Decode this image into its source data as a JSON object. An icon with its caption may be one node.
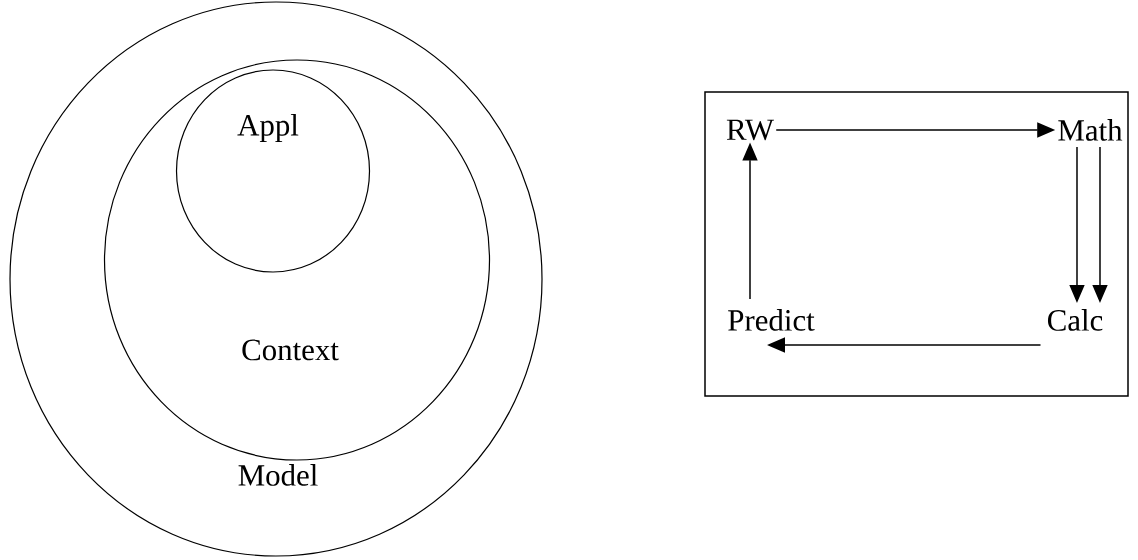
{
  "diagram": {
    "nodes": [
      {
        "text": [
          "Model"
        ]
      },
      {
        "text": [
          "Context"
        ],
        "in": 0
      },
      {
        "text": [
          "Appl"
        ],
        "in": 1
      },
      {
        "text": [],
        "shape": "box"
      },
      {
        "text": [
          "RW"
        ],
        "in": 3
      },
      {
        "text": [
          "Math"
        ],
        "in": 3
      },
      {
        "text": [
          "Calc"
        ],
        "in": 3
      },
      {
        "text": [
          "Predict"
        ],
        "in": 3
      }
    ],
    "edges": [
      {
        "from": 4,
        "to": 5,
        "arrow": "to"
      },
      {
        "from": 5,
        "to": 6,
        "arrow": "to"
      },
      {
        "from": 5,
        "to": 6,
        "arrow": "to"
      },
      {
        "from": 6,
        "to": 7,
        "arrow": "to"
      },
      {
        "from": 7,
        "to": 4,
        "arrow": "to"
      }
    ]
  }
}
